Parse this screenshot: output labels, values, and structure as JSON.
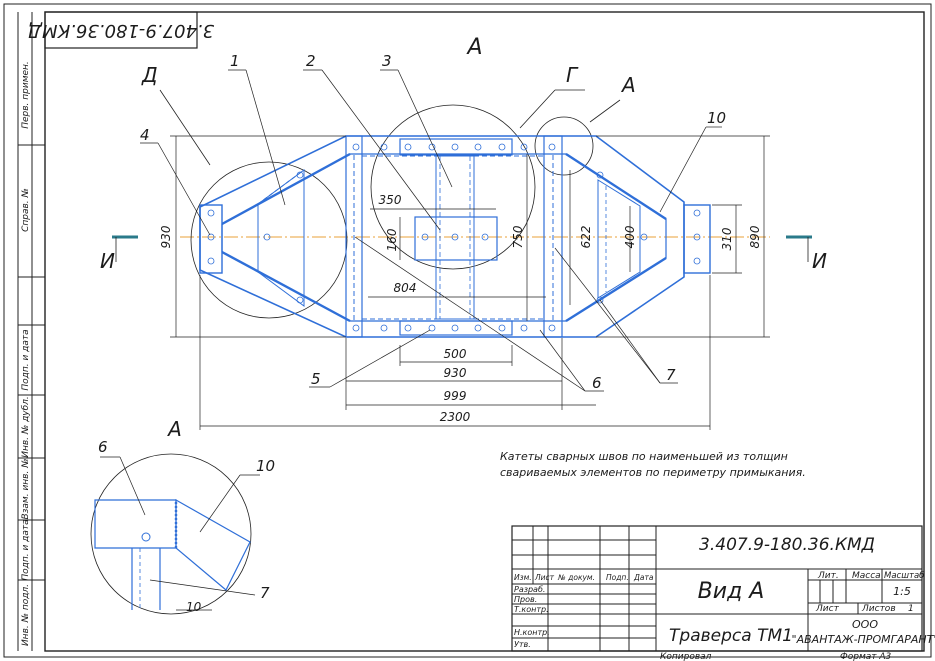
{
  "stamp_code_rotated": "3.407.9-180.36.КМД",
  "side_labels": [
    "Перв. примен.",
    "Справ. №",
    "Подп. и дата",
    "Инв. № дубл.",
    "Взам. инв. №",
    "Подп. и дата",
    "Инв. № подл."
  ],
  "view_labels": {
    "top_a": "А",
    "callout_d": "Д",
    "callout_g": "Г",
    "callout_a": "А",
    "detail_title": "А"
  },
  "section_marks": {
    "left": "И",
    "right": "И"
  },
  "positions": [
    "1",
    "2",
    "3",
    "4",
    "5",
    "6",
    "7",
    "10"
  ],
  "detail_positions": [
    "6",
    "10",
    "7"
  ],
  "detail_weld": "10",
  "dims": {
    "d350": "350",
    "d160": "160",
    "d804": "804",
    "d500": "500",
    "d930b": "930",
    "d999": "999",
    "d2300": "2300",
    "d930l": "930",
    "d750": "750",
    "d622": "622",
    "d400": "400",
    "d310": "310",
    "d890": "890"
  },
  "note_lines": [
    "Катеты сварных швов по наименьшей из толщин",
    "свариваемых элементов по периметру примыкания."
  ],
  "title_block": {
    "code": "3.407.9-180.36.КМД",
    "header": [
      "Изм.",
      "Лист",
      "№ докум.",
      "Подп.",
      "Дата"
    ],
    "roles": [
      "Разраб.",
      "Пров.",
      "Т.контр.",
      "",
      "Н.контр.",
      "Утв."
    ],
    "sheet_name": "Вид А",
    "part_name": "Траверса ТМ1",
    "lit": "Лит.",
    "mass": "Масса",
    "scale_label": "Масштаб",
    "scale_value": "1:5",
    "sheet_label": "Лист",
    "sheets_label": "Листов",
    "sheets_value": "1",
    "company_1": "ООО",
    "company_2": "\"АВАНТАЖ-ПРОМГАРАНТ\"",
    "copied": "Копировал",
    "format": "Формат А3"
  },
  "colors": {
    "ink": "#222222",
    "blue": "#2f6fd8",
    "axis": "#e8a23a",
    "mark": "#2a7a8a"
  }
}
